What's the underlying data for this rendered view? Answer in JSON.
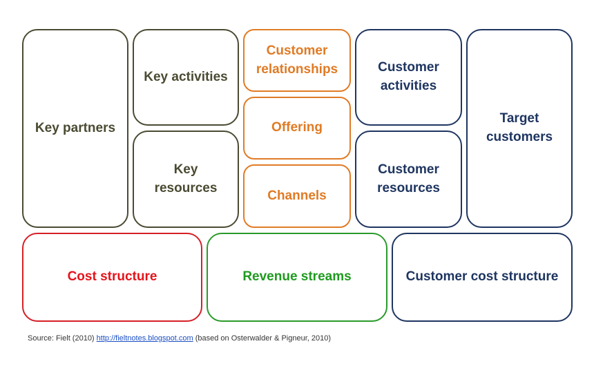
{
  "canvas": {
    "key_partners": "Key partners",
    "key_activities": "Key activities",
    "key_resources": [
      "Key",
      "resources"
    ],
    "customer_relationships": [
      "Customer",
      "relationships"
    ],
    "offering": "Offering",
    "channels": "Channels",
    "customer_activities": [
      "Customer",
      "activities"
    ],
    "customer_resources": [
      "Customer",
      "resources"
    ],
    "target_customers": [
      "Target",
      "customers"
    ],
    "cost_structure": "Cost structure",
    "revenue_streams": "Revenue streams",
    "customer_cost_structure": "Customer cost structure"
  },
  "source": {
    "prefix": "Source: Fielt (2010) ",
    "link_text": "http://fieltnotes.blogspot.com",
    "suffix": " (based on Osterwalder & Pigneur, 2010)"
  },
  "colors": {
    "olive": "#4b4a32",
    "orange": "#e07b25",
    "navy": "#1e3560",
    "red": "#e4141c",
    "green": "#1f9a1f",
    "link": "#1a4fc4"
  }
}
